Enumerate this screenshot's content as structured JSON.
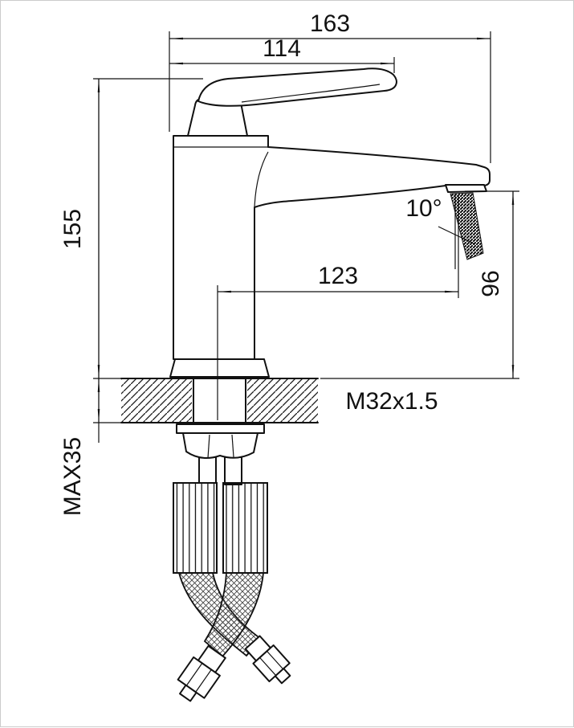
{
  "page": {
    "background": "#ffffff",
    "line_color": "#111111",
    "subject": "single-lever basin faucet, side elevation technical drawing with installation parts"
  },
  "drawing": {
    "labels": {
      "dim_total_length": "163",
      "dim_handle_length": "114",
      "dim_body_height": "155",
      "dim_spout_reach": "123",
      "dim_outlet_height": "96",
      "dim_stream_angle": "10°",
      "dim_thread": "M32x1.5",
      "dim_max_mounting": "MAX35"
    }
  }
}
